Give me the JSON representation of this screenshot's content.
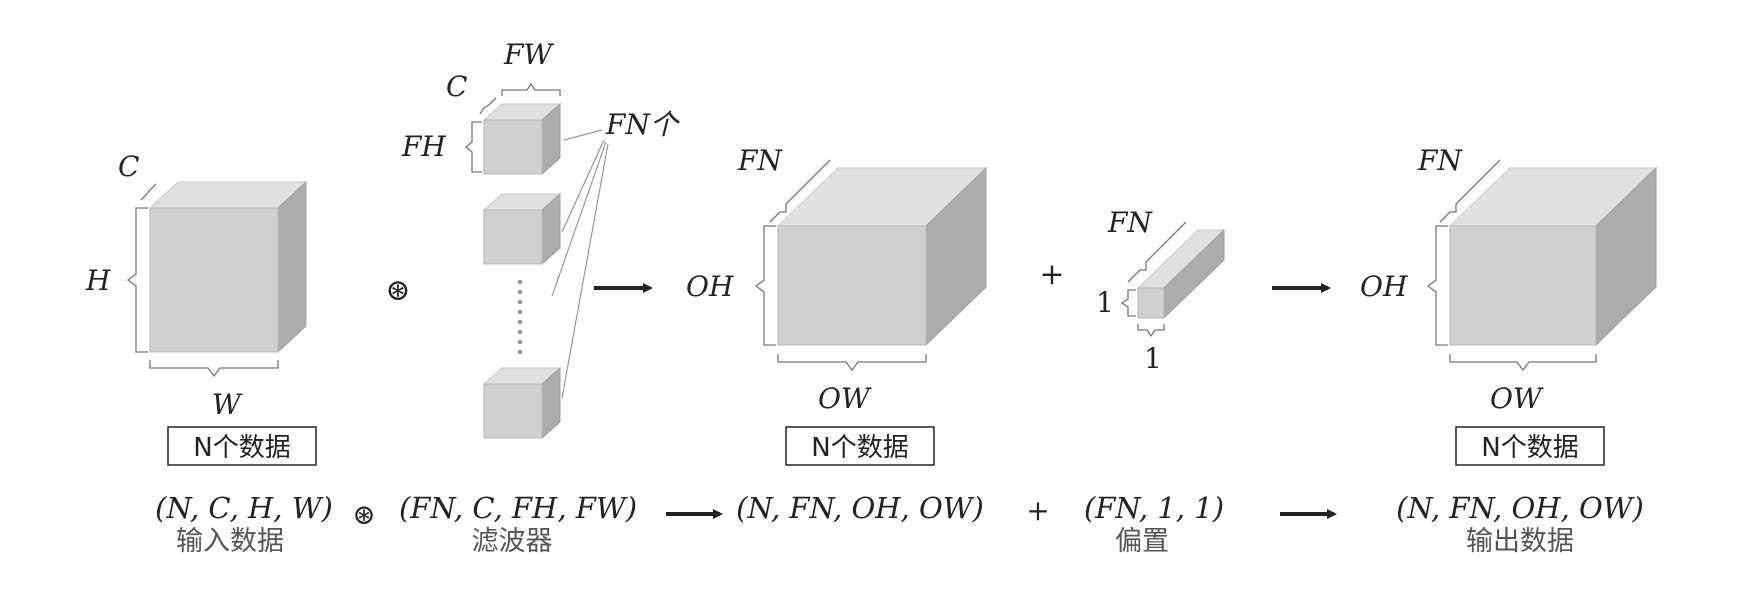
{
  "input_block": {
    "channel_label": "C",
    "height_label": "H",
    "width_label": "W",
    "caption": "N个数据"
  },
  "conv_operator": "⊛",
  "filter_block": {
    "channel_label": "C",
    "filter_width_label": "FW",
    "filter_height_label": "FH",
    "count_label": "FN个"
  },
  "conv_output_block": {
    "channel_label": "FN",
    "height_label": "OH",
    "width_label": "OW",
    "caption": "N个数据"
  },
  "plus_operator": "+",
  "bias_block": {
    "channel_label": "FN",
    "height_label": "1",
    "width_label": "1"
  },
  "final_output_block": {
    "channel_label": "FN",
    "height_label": "OH",
    "width_label": "OW",
    "caption": "N个数据"
  },
  "formula": {
    "input_shape": "(N, C, H, W)",
    "input_name": "输入数据",
    "conv_op": "⊛",
    "filter_shape": "(FN, C, FH, FW)",
    "filter_name": "滤波器",
    "conv_output_shape": "(N, FN, OH, OW)",
    "plus_op": "+",
    "bias_shape": "(FN, 1, 1)",
    "bias_name": "偏置",
    "output_shape": "(N, FN, OH, OW)",
    "output_name": "输出数据"
  }
}
